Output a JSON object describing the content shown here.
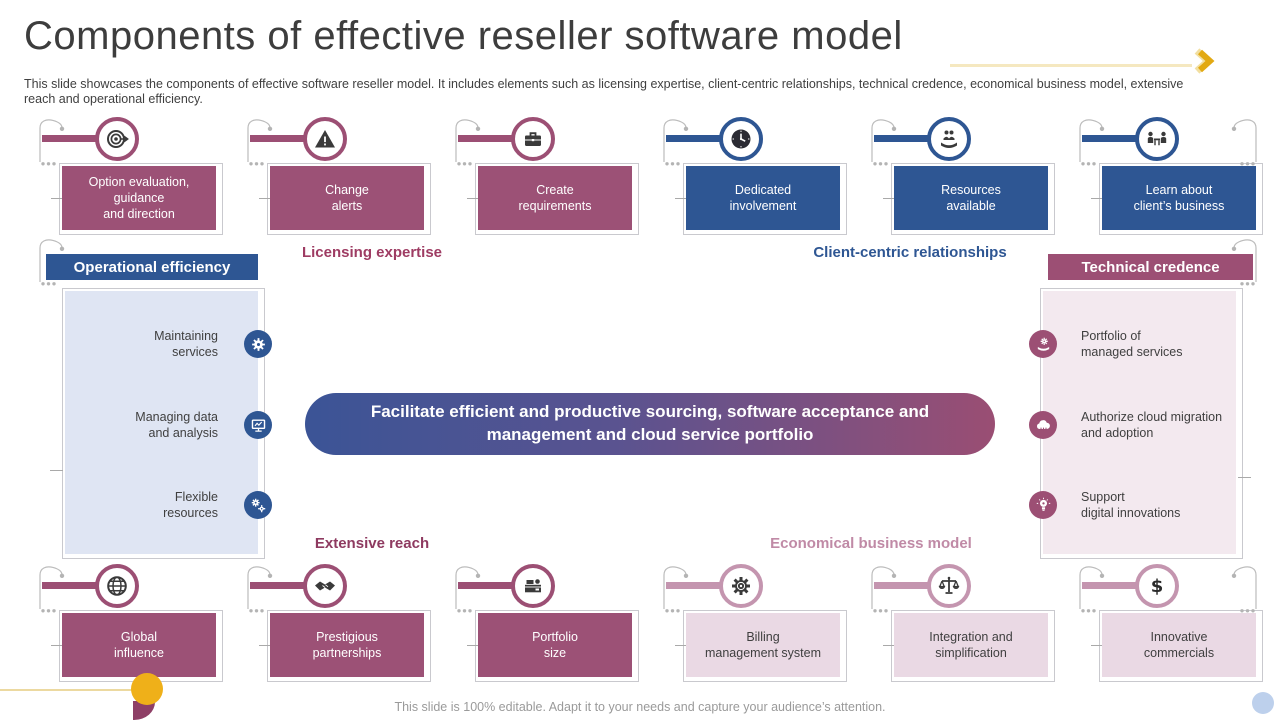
{
  "slide": {
    "title": "Components of effective reseller software model",
    "subtitle": "This slide showcases the components of effective  software reseller model. It includes elements such as licensing expertise, client-centric relationships, technical credence, economical business model, extensive reach and operational efficiency.",
    "footer": "This slide is 100% editable. Adapt it to your needs and capture your audience’s attention."
  },
  "colors": {
    "maroon": "#9c4f74",
    "blue": "#2e5693",
    "pink_ring": "#c495af",
    "pink_box": "#ead9e4",
    "panel_blue": "#dfe5f3",
    "panel_pink": "#f3e9ef",
    "banner_gradient_start": "#3b5496",
    "banner_gradient_end": "#9a4e73",
    "accent_yellow": "#efb019"
  },
  "section_labels": {
    "licensing": "Licensing expertise",
    "client_centric": "Client-centric relationships",
    "operational": "Operational efficiency",
    "technical": "Technical credence",
    "extensive": "Extensive reach",
    "economical": "Economical business  model"
  },
  "top_units": [
    {
      "label": "Option  evaluation,\nguidance\nand  direction",
      "icon": "target-icon",
      "theme": "maroon"
    },
    {
      "label": "Change\nalerts",
      "icon": "warning-icon",
      "theme": "maroon"
    },
    {
      "label": "Create\nrequirements",
      "icon": "briefcase-icon",
      "theme": "maroon"
    },
    {
      "label": "Dedicated\ninvolvement",
      "icon": "clock-icon",
      "theme": "blue"
    },
    {
      "label": "Resources\navailable",
      "icon": "hand-people-icon",
      "theme": "blue"
    },
    {
      "label": "Learn about\nclient’s business",
      "icon": "meeting-icon",
      "theme": "blue"
    }
  ],
  "left_panel": {
    "items": [
      {
        "label": "Maintaining\nservices",
        "icon": "gear-wrench-icon"
      },
      {
        "label": "Managing  data\nand  analysis",
        "icon": "monitor-icon"
      },
      {
        "label": "Flexible\nresources",
        "icon": "gears-icon"
      }
    ]
  },
  "right_panel": {
    "items": [
      {
        "label": "Portfolio  of\nmanaged  services",
        "icon": "hand-gear-icon"
      },
      {
        "label": "Authorize  cloud  migration\nand  adoption",
        "icon": "cloud-icon"
      },
      {
        "label": "Support\ndigital  innovations",
        "icon": "bulb-icon"
      }
    ]
  },
  "center_banner": "Facilitate efficient and productive sourcing, software acceptance and management and cloud service portfolio",
  "bottom_units": [
    {
      "label": "Global\ninfluence",
      "icon": "globe-icon",
      "theme": "maroon"
    },
    {
      "label": "Prestigious\npartnerships",
      "icon": "handshake-icon",
      "theme": "maroon"
    },
    {
      "label": "Portfolio\nsize",
      "icon": "cash-register-icon",
      "theme": "maroon"
    },
    {
      "label": "Billing\nmanagement  system",
      "icon": "gear-icon",
      "theme": "pink"
    },
    {
      "label": "Integration  and\nsimplification",
      "icon": "scales-icon",
      "theme": "pink"
    },
    {
      "label": "Innovative\ncommercials",
      "icon": "dollar-icon",
      "theme": "pink"
    }
  ]
}
